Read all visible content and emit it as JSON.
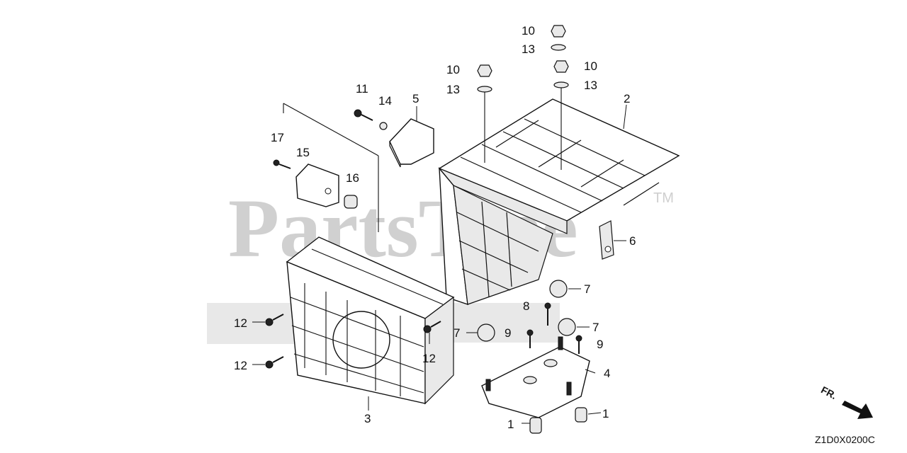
{
  "watermark": {
    "text": "PartsTree",
    "tm": "TM"
  },
  "diagram_code": "Z1D0X0200C",
  "front_marker": "FR.",
  "callouts": {
    "c1a": "1",
    "c1b": "1",
    "c2": "2",
    "c3": "3",
    "c4": "4",
    "c5": "5",
    "c6": "6",
    "c7a": "7",
    "c7b": "7",
    "c7c": "7",
    "c8": "8",
    "c9a": "9",
    "c9b": "9",
    "c10a": "10",
    "c10b": "10",
    "c10c": "10",
    "c11": "11",
    "c12a": "12",
    "c12b": "12",
    "c12c": "12",
    "c13a": "13",
    "c13b": "13",
    "c13c": "13",
    "c14": "14",
    "c15": "15",
    "c16": "16",
    "c17": "17"
  }
}
